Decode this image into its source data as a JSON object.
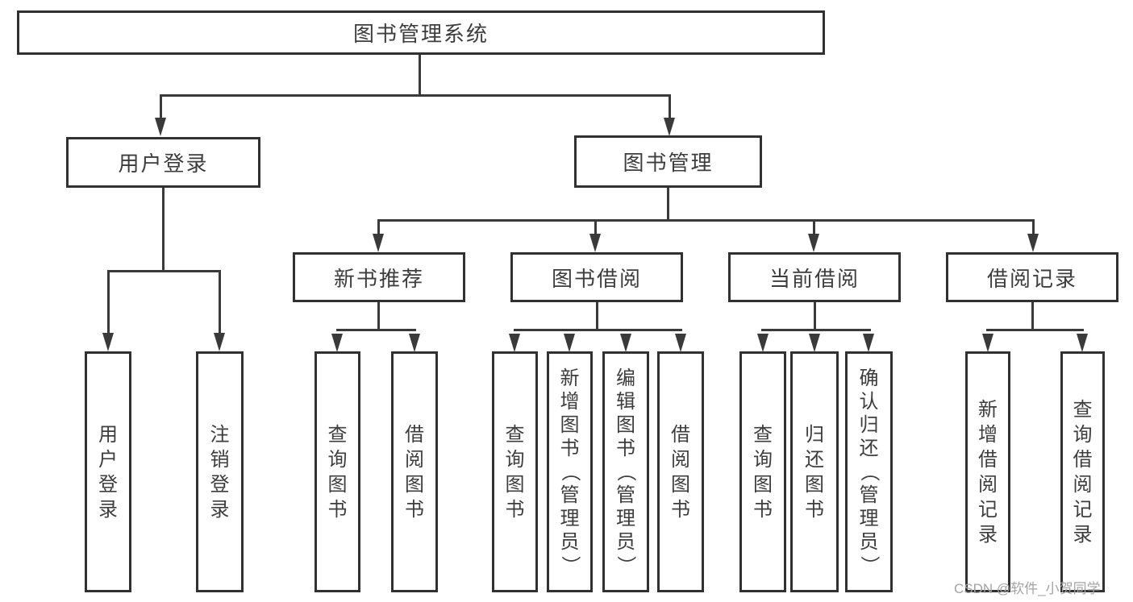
{
  "diagram": {
    "root": {
      "label": "图书管理系统"
    },
    "level2": [
      {
        "id": "user-login",
        "label": "用户登录"
      },
      {
        "id": "book-mgmt",
        "label": "图书管理"
      }
    ],
    "level3": [
      {
        "id": "new-book-rec",
        "parent": "book-mgmt",
        "label": "新书推荐"
      },
      {
        "id": "book-borrow",
        "parent": "book-mgmt",
        "label": "图书借阅"
      },
      {
        "id": "current-borrow",
        "parent": "book-mgmt",
        "label": "当前借阅"
      },
      {
        "id": "borrow-records",
        "parent": "book-mgmt",
        "label": "借阅记录"
      }
    ],
    "leaves": [
      {
        "parent": "user-login",
        "label": "用户登录"
      },
      {
        "parent": "user-login",
        "label": "注销登录"
      },
      {
        "parent": "new-book-rec",
        "label": "查询图书"
      },
      {
        "parent": "new-book-rec",
        "label": "借阅图书"
      },
      {
        "parent": "book-borrow",
        "label": "查询图书"
      },
      {
        "parent": "book-borrow",
        "label": "新增图书（管理员）"
      },
      {
        "parent": "book-borrow",
        "label": "编辑图书（管理员）"
      },
      {
        "parent": "book-borrow",
        "label": "借阅图书"
      },
      {
        "parent": "current-borrow",
        "label": "查询图书"
      },
      {
        "parent": "current-borrow",
        "label": "归还图书"
      },
      {
        "parent": "current-borrow",
        "label": "确认归还（管理员）"
      },
      {
        "parent": "borrow-records",
        "label": "新增借阅记录"
      },
      {
        "parent": "borrow-records",
        "label": "查询借阅记录"
      }
    ],
    "watermark": "CSDN @软件_小贺同学",
    "colors": {
      "line": "#3a3a3a",
      "text": "#3d3d3d",
      "border": "#313131",
      "watermark": "#a3a3a3",
      "background": "#ffffff"
    }
  }
}
